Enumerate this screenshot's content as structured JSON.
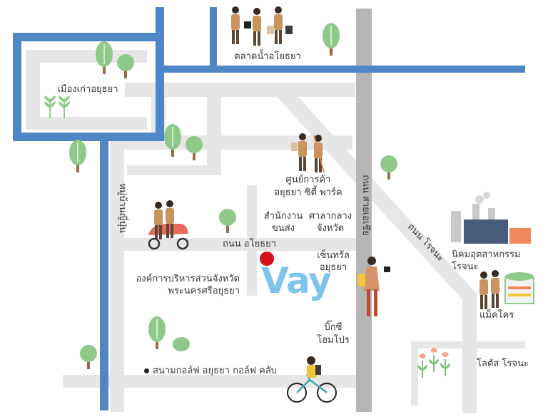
{
  "map": {
    "brand_name": "Vay",
    "colors": {
      "canal": "#4f86c6",
      "road": "#e6e6e6",
      "main_road": "#b5b5b5",
      "brand": "#7cc4ea",
      "marker": "#d4121c",
      "tree": "#8fc98a"
    },
    "labels": {
      "floating_market": "ตลาดน้ำอโยธยา",
      "old_city": "เมืองเก่าอยุธยา",
      "shopping_center_line1": "ศูนย์การค้า",
      "shopping_center_line2": "อยุธยา ซิตี้ พาร์ค",
      "district_office_line1": "สำนักงาน",
      "district_office_line2": "ขนส่ง",
      "city_hall_line1": "ศาลากลาง",
      "city_hall_line2": "จังหวัด",
      "ayothaya_road": "ถนน อโยธยา",
      "central_line1": "เซ็นทรัล",
      "central_line2": "อยุธยา",
      "pao_line1": "องค์การบริหารส่วนจังหวัด",
      "pao_line2": "พระนครศรีอยุธยา",
      "big_c_line1": "บิ๊กซี",
      "big_c_line2": "โฮมโปร",
      "golf_club": "สนามกอล์ฟ อยุธยา กอล์ฟ คลับ",
      "japanese_village": "หมู่บ้านญี่ปุ่น",
      "asian_highway": "ถนน สายเอเชีย",
      "rojana_road": "ถนน โรจนะ",
      "industrial_estate_line1": "นิคมอุตสาหกรรม",
      "industrial_estate_line2": "โรจนะ",
      "makro": "แม็คโคร",
      "lotus": "โลตัส โรจนะ"
    },
    "icons": [
      "shopping-people-icon",
      "tree-icon",
      "sprout-icon",
      "motorbike-couple-icon",
      "walking-couple-icon",
      "shopper-woman-icon",
      "factory-icon",
      "supermarket-icon",
      "bicycle-rider-icon",
      "flower-icon",
      "location-marker-icon"
    ]
  }
}
